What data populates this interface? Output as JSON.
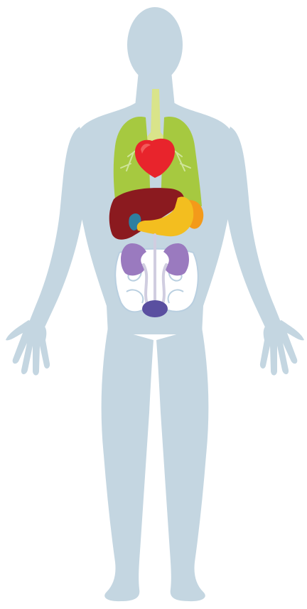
{
  "figure": {
    "background_color": "#ffffff",
    "body_color": "#c4d6e1",
    "organs": [
      {
        "id": "trachea",
        "color": "#d9e48a"
      },
      {
        "id": "lungs",
        "color": "#a6c940",
        "vein_color": "#cfe49a"
      },
      {
        "id": "heart",
        "color": "#e8242c",
        "highlight_color": "#f25a5a"
      },
      {
        "id": "liver",
        "color": "#8b1a1f"
      },
      {
        "id": "gallbladder",
        "color": "#2e7fa0"
      },
      {
        "id": "stomach",
        "color": "#f3be1f",
        "accent_color": "#f39a1a"
      },
      {
        "id": "kidneys",
        "color": "#9a7abf"
      },
      {
        "id": "intestines",
        "color": "#ffffff",
        "outline_color": "#b9cfe0"
      },
      {
        "id": "ureters",
        "color": "#d0cde0"
      },
      {
        "id": "bladder",
        "color": "#5a4fa0"
      }
    ]
  }
}
